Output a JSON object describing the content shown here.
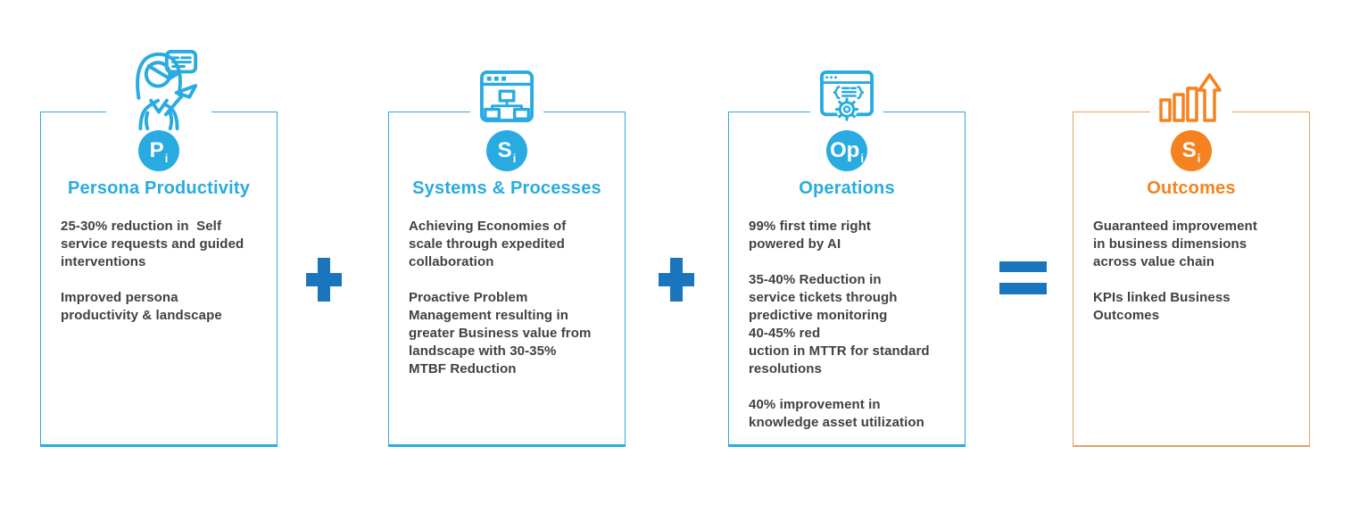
{
  "colors": {
    "cyan_accent": "#29ABE2",
    "operator_blue": "#1B75BC",
    "orange_accent": "#F5821F",
    "orange_border": "#E2A269",
    "body_text": "#414042",
    "background": "#ffffff"
  },
  "icons": {
    "card_1": "persona-speech-bubble-icon",
    "card_2": "window-sitemap-icon",
    "card_3": "window-code-gear-icon",
    "card_4": "bar-chart-up-arrow-icon"
  },
  "cards": [
    {
      "id": "persona-productivity",
      "badge": {
        "main": "P",
        "sub": "i"
      },
      "title": "Persona Productivity",
      "accent": "#29ABE2",
      "paragraphs": [
        "25-30% reduction in  Self\nservice requests and guided\ninterventions",
        "Improved persona\nproductivity & landscape"
      ]
    },
    {
      "id": "systems-processes",
      "badge": {
        "main": "S",
        "sub": "i"
      },
      "title": "Systems & Processes",
      "accent": "#29ABE2",
      "paragraphs": [
        "Achieving Economies of\nscale through expedited\ncollaboration",
        "Proactive Problem\nManagement resulting in\ngreater Business value from\nlandscape with 30-35%\nMTBF Reduction"
      ]
    },
    {
      "id": "operations",
      "badge": {
        "main": "Op",
        "sub": "i"
      },
      "title": "Operations",
      "accent": "#29ABE2",
      "paragraphs": [
        "99% first time right\npowered by AI",
        "35-40% Reduction in\nservice tickets through\npredictive monitoring\n40-45% red\nuction in MTTR for standard\nresolutions",
        "40% improvement in\nknowledge asset utilization"
      ]
    },
    {
      "id": "outcomes",
      "badge": {
        "main": "S",
        "sub": "i"
      },
      "title": "Outcomes",
      "accent": "#F5821F",
      "border": "#E2A269",
      "paragraphs": [
        "Guaranteed improvement\nin business dimensions\nacross value chain",
        "KPIs linked Business\nOutcomes"
      ]
    }
  ],
  "operators": [
    {
      "symbol": "+",
      "color": "#1B75BC"
    },
    {
      "symbol": "+",
      "color": "#1B75BC"
    },
    {
      "symbol": "=",
      "color": "#1B75BC"
    }
  ]
}
